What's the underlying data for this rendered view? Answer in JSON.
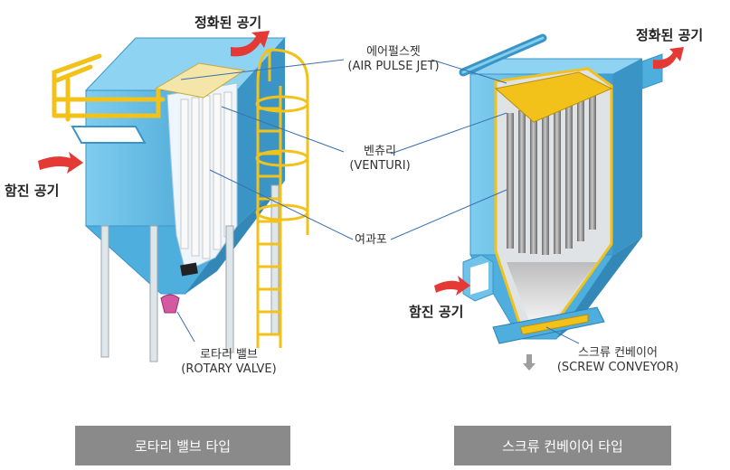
{
  "left_diagram": {
    "clean_air": "정화된 공기",
    "dirty_air": "함진 공기",
    "air_pulse_jet": {
      "ko": "에어펄스젯",
      "en": "(AIR PULSE JET)"
    },
    "venturi": {
      "ko": "벤츄리",
      "en": "(VENTURI)"
    },
    "filter_cloth": "여과포",
    "rotary_valve": {
      "ko": "로타리 밸브",
      "en": "(ROTARY VALVE)"
    },
    "caption_button": "로타리 밸브 타입"
  },
  "right_diagram": {
    "clean_air": "정화된 공기",
    "dirty_air": "함진 공기",
    "screw_conveyor": {
      "ko": "스크류 컨베이어",
      "en": "(SCREW CONVEYOR)"
    },
    "caption_button": "스크류 컨베이어 타입"
  },
  "colors": {
    "housing_blue": "#5bb8e3",
    "housing_dark": "#3a95c6",
    "railing_yellow": "#f2c21a",
    "arrow_red": "#e53935",
    "filter_grey": "#8a8a8a",
    "button_grey": "#8a8a8a"
  }
}
